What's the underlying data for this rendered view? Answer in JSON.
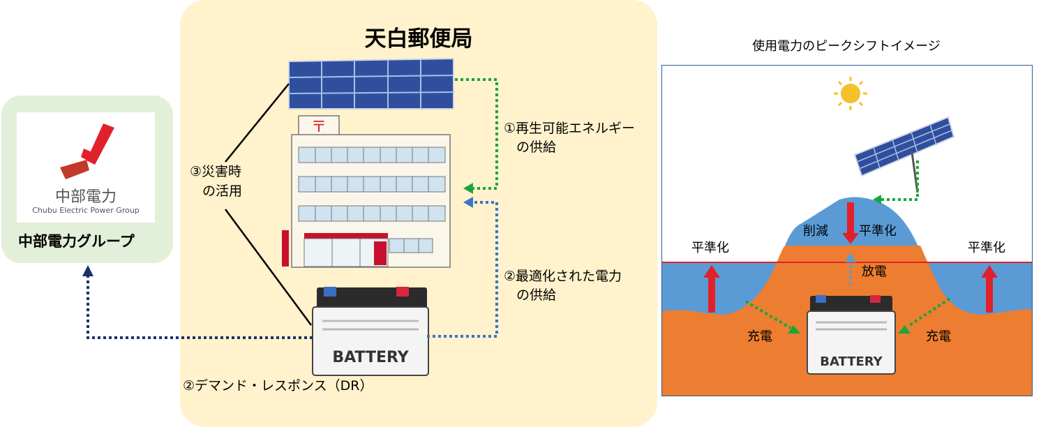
{
  "group": {
    "title": "中部電力グループ",
    "logo_name": "中部電力",
    "logo_sub": "Chubu Electric Power Group"
  },
  "office": {
    "title": "天白郵便局"
  },
  "flows": {
    "renewable_line1": "①再生可能エネルギー",
    "renewable_line2": "の供給",
    "optimized_line1": "②最適化された電力",
    "optimized_line2": "の供給",
    "disaster_line1": "③災害時",
    "disaster_line2": "の活用",
    "dr": "②デマンド・レスポンス（DR）"
  },
  "battery": {
    "label": "BATTERY"
  },
  "peak_shift": {
    "title": "使用電力のピークシフトイメージ",
    "levelize_left": "平準化",
    "levelize_right": "平準化",
    "reduce": "削減",
    "levelize_center": "平準化",
    "discharge": "放電",
    "charge_left": "充電",
    "charge_right": "充電"
  },
  "colors": {
    "green_panel": "#e2efd9",
    "yellow_panel": "#fff2cc",
    "green_arrow": "#1aa63a",
    "blue_arrow": "#3a75c4",
    "navy_arrow": "#1f2f6b",
    "usage_blue": "#5b9bd5",
    "soil_orange": "#ed7d31",
    "red_arrow": "#e2202a"
  }
}
